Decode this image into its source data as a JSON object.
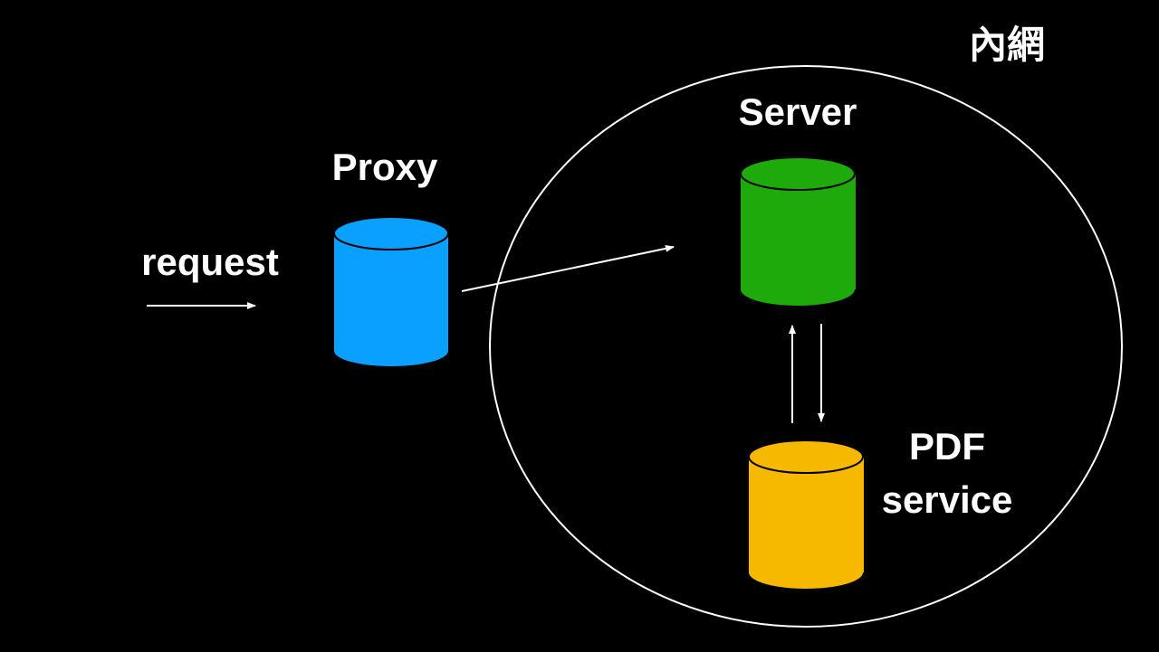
{
  "colors": {
    "background": "#000000",
    "foreground": "#ffffff",
    "proxy": "#0aa0ff",
    "server": "#1eaa0a",
    "pdf_service": "#f7b800",
    "outline": "#000000"
  },
  "labels": {
    "intranet": "內網",
    "server": "Server",
    "proxy": "Proxy",
    "request": "request",
    "pdf_line1": "PDF",
    "pdf_line2": "service"
  },
  "nodes": [
    {
      "id": "proxy",
      "shape": "cylinder-database-icon",
      "label": "Proxy",
      "color": "#0aa0ff"
    },
    {
      "id": "server",
      "shape": "cylinder-database-icon",
      "label": "Server",
      "color": "#1eaa0a"
    },
    {
      "id": "pdf-service",
      "shape": "cylinder-database-icon",
      "label": "PDF service",
      "color": "#f7b800"
    }
  ],
  "edges": [
    {
      "from": "client",
      "to": "proxy",
      "label": "request"
    },
    {
      "from": "proxy",
      "to": "server",
      "label": ""
    },
    {
      "from": "pdf-service",
      "to": "server",
      "label": ""
    },
    {
      "from": "server",
      "to": "pdf-service",
      "label": ""
    }
  ],
  "groups": [
    {
      "id": "intranet",
      "label": "內網",
      "contains": [
        "server",
        "pdf-service"
      ]
    }
  ]
}
